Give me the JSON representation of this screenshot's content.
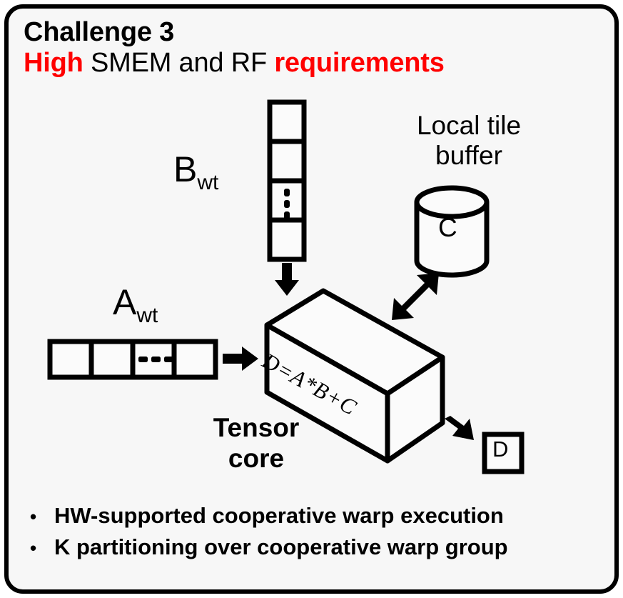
{
  "slide": {
    "title_line1": "Challenge 3",
    "title_line2": {
      "part1": "High",
      "part2": " SMEM and RF ",
      "part3": "requirements"
    },
    "accent_color": "#ff0000",
    "background_color": "#f7f7f7",
    "border_color": "#000000"
  },
  "diagram": {
    "b_operand": {
      "label_base": "B",
      "label_sub": "wt",
      "cells": [
        "",
        "",
        "⋮",
        ""
      ],
      "orientation": "vertical",
      "ellipsis_cell_index": 2
    },
    "a_operand": {
      "label_base": "A",
      "label_sub": "wt",
      "cells": [
        "",
        "",
        "---",
        ""
      ],
      "orientation": "horizontal",
      "ellipsis_cell_index": 2
    },
    "buffer": {
      "title_line1": "Local tile",
      "title_line2": "buffer",
      "cylinder_label": "C"
    },
    "tensor_core": {
      "label_line1": "Tensor",
      "label_line2": "core",
      "equation": "D=A*B+C"
    },
    "output": {
      "label": "D"
    },
    "arrows": [
      {
        "name": "b-to-core",
        "direction": "down"
      },
      {
        "name": "a-to-core",
        "direction": "right"
      },
      {
        "name": "core-to-buffer",
        "direction": "bidirectional"
      },
      {
        "name": "core-to-output",
        "direction": "down-right"
      }
    ]
  },
  "bullets": [
    {
      "marker": "•",
      "text": "HW-supported cooperative warp execution"
    },
    {
      "marker": "•",
      "text": "K partitioning over cooperative warp group"
    }
  ]
}
